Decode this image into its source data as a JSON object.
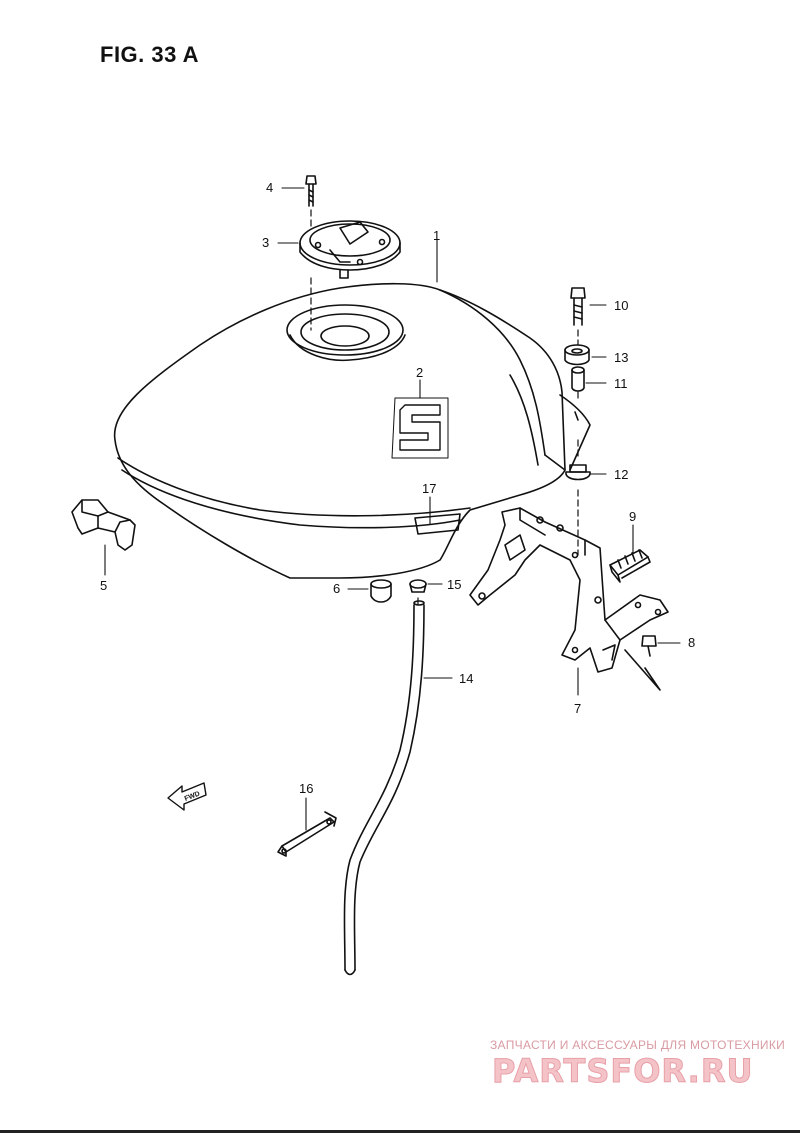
{
  "figure": {
    "title": "FIG. 33 A"
  },
  "callouts": [
    {
      "id": "1",
      "label": "1"
    },
    {
      "id": "2",
      "label": "2"
    },
    {
      "id": "3",
      "label": "3"
    },
    {
      "id": "4",
      "label": "4"
    },
    {
      "id": "5",
      "label": "5"
    },
    {
      "id": "6",
      "label": "6"
    },
    {
      "id": "7",
      "label": "7"
    },
    {
      "id": "8",
      "label": "8"
    },
    {
      "id": "9",
      "label": "9"
    },
    {
      "id": "10",
      "label": "10"
    },
    {
      "id": "11",
      "label": "11"
    },
    {
      "id": "12",
      "label": "12"
    },
    {
      "id": "13",
      "label": "13"
    },
    {
      "id": "14",
      "label": "14"
    },
    {
      "id": "15",
      "label": "15"
    },
    {
      "id": "16",
      "label": "16"
    },
    {
      "id": "17",
      "label": "17"
    }
  ],
  "tank_badge": "S",
  "fwd_arrow": {
    "label": "FWD"
  },
  "watermark": {
    "line1": "ЗАПЧАСТИ И АКСЕССУАРЫ ДЛЯ МОТОТЕХНИКИ",
    "logo": "PARTSFOR.RU"
  }
}
